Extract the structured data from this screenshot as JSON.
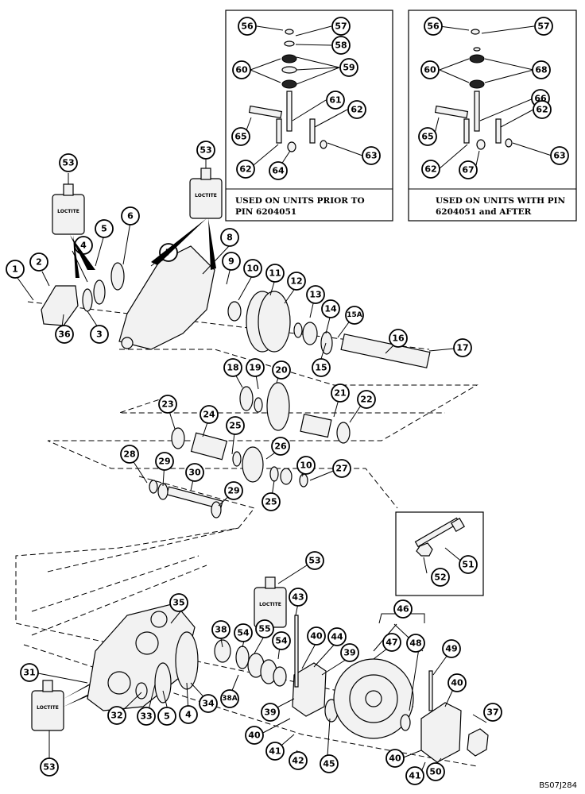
{
  "inset_left": {
    "caption_line1": "USED ON UNITS PRIOR TO",
    "caption_line2": "PIN 6204051",
    "callouts": [
      "56",
      "57",
      "58",
      "60",
      "59",
      "61",
      "62",
      "65",
      "62",
      "64",
      "63"
    ]
  },
  "inset_right": {
    "caption_line1": "USED ON UNITS WITH PIN",
    "caption_line2": "6204051 and AFTER",
    "callouts": [
      "56",
      "57",
      "60",
      "68",
      "66",
      "62",
      "65",
      "62",
      "67",
      "63"
    ]
  },
  "inset_bolt": {
    "callouts": [
      "52",
      "51"
    ]
  },
  "loctite_label": "LOCTITE",
  "figure_id": "BS07J284",
  "callouts": [
    "1",
    "2",
    "36",
    "3",
    "4",
    "5",
    "6",
    "7",
    "8",
    "9",
    "10",
    "11",
    "12",
    "13",
    "14",
    "15A",
    "15",
    "16",
    "17",
    "18",
    "19",
    "20",
    "21",
    "22",
    "23",
    "24",
    "25",
    "26",
    "10",
    "27",
    "25",
    "28",
    "29",
    "30",
    "29",
    "53",
    "53",
    "53",
    "53",
    "31",
    "32",
    "33",
    "5",
    "4",
    "34",
    "35",
    "38",
    "54",
    "55",
    "54",
    "38A",
    "43",
    "40",
    "44",
    "39",
    "39",
    "40",
    "41",
    "42",
    "45",
    "46",
    "47",
    "48",
    "49",
    "40",
    "37",
    "40",
    "41",
    "50"
  ],
  "icons": [
    "loctite-tube-icon",
    "gear-icon",
    "bearing-icon",
    "shaft-icon",
    "sprocket-icon",
    "bolt-icon",
    "nut-icon"
  ]
}
